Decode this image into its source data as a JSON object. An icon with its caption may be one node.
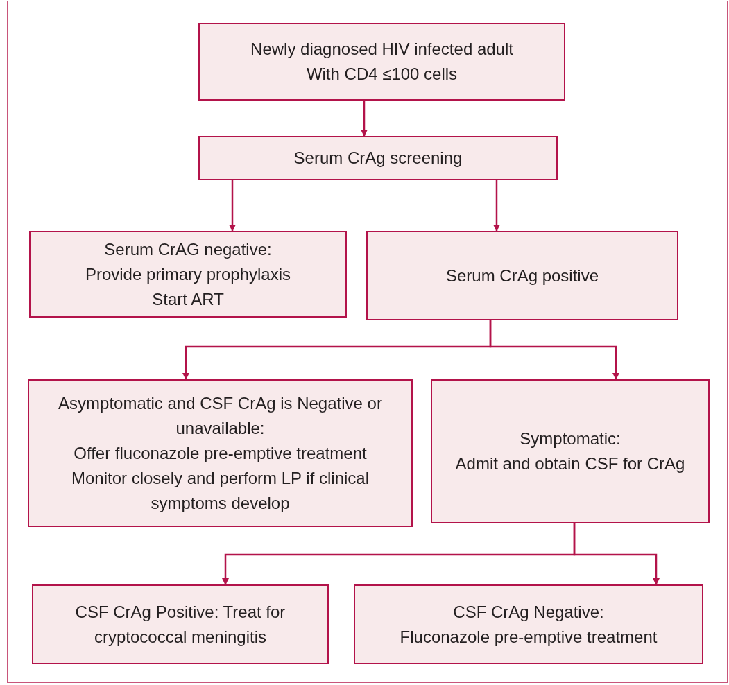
{
  "diagram": {
    "nodes": [
      {
        "text": [
          "Newly diagnosed HIV infected adult",
          "With CD4 ≤100 cells"
        ]
      },
      {
        "text": [
          "Serum CrAg screening"
        ]
      },
      {
        "text": [
          "Serum CrAG negative:",
          "Provide primary prophylaxis",
          "Start ART"
        ]
      },
      {
        "text": [
          "Serum CrAg positive"
        ]
      },
      {
        "text": [
          "Asymptomatic and CSF CrAg is Negative or unavailable:",
          "Offer fluconazole pre-emptive treatment",
          "Monitor closely and perform LP if clinical symptoms develop"
        ]
      },
      {
        "text": [
          "Symptomatic:",
          "Admit and obtain CSF for CrAg"
        ]
      },
      {
        "text": [
          "CSF CrAg Positive: Treat for cryptococcal meningitis"
        ]
      },
      {
        "text": [
          "CSF CrAg Negative:",
          "Fluconazole pre-emptive treatment"
        ]
      }
    ],
    "edges": [
      {
        "from": 0,
        "to": 1,
        "arrow": "to"
      },
      {
        "from": 1,
        "to": 2,
        "arrow": "to"
      },
      {
        "from": 1,
        "to": 3,
        "arrow": "to"
      },
      {
        "from": 3,
        "to": 4,
        "arrow": "to"
      },
      {
        "from": 3,
        "to": 5,
        "arrow": "to"
      },
      {
        "from": 5,
        "to": 6,
        "arrow": "to"
      },
      {
        "from": 5,
        "to": 7,
        "arrow": "to"
      }
    ]
  }
}
